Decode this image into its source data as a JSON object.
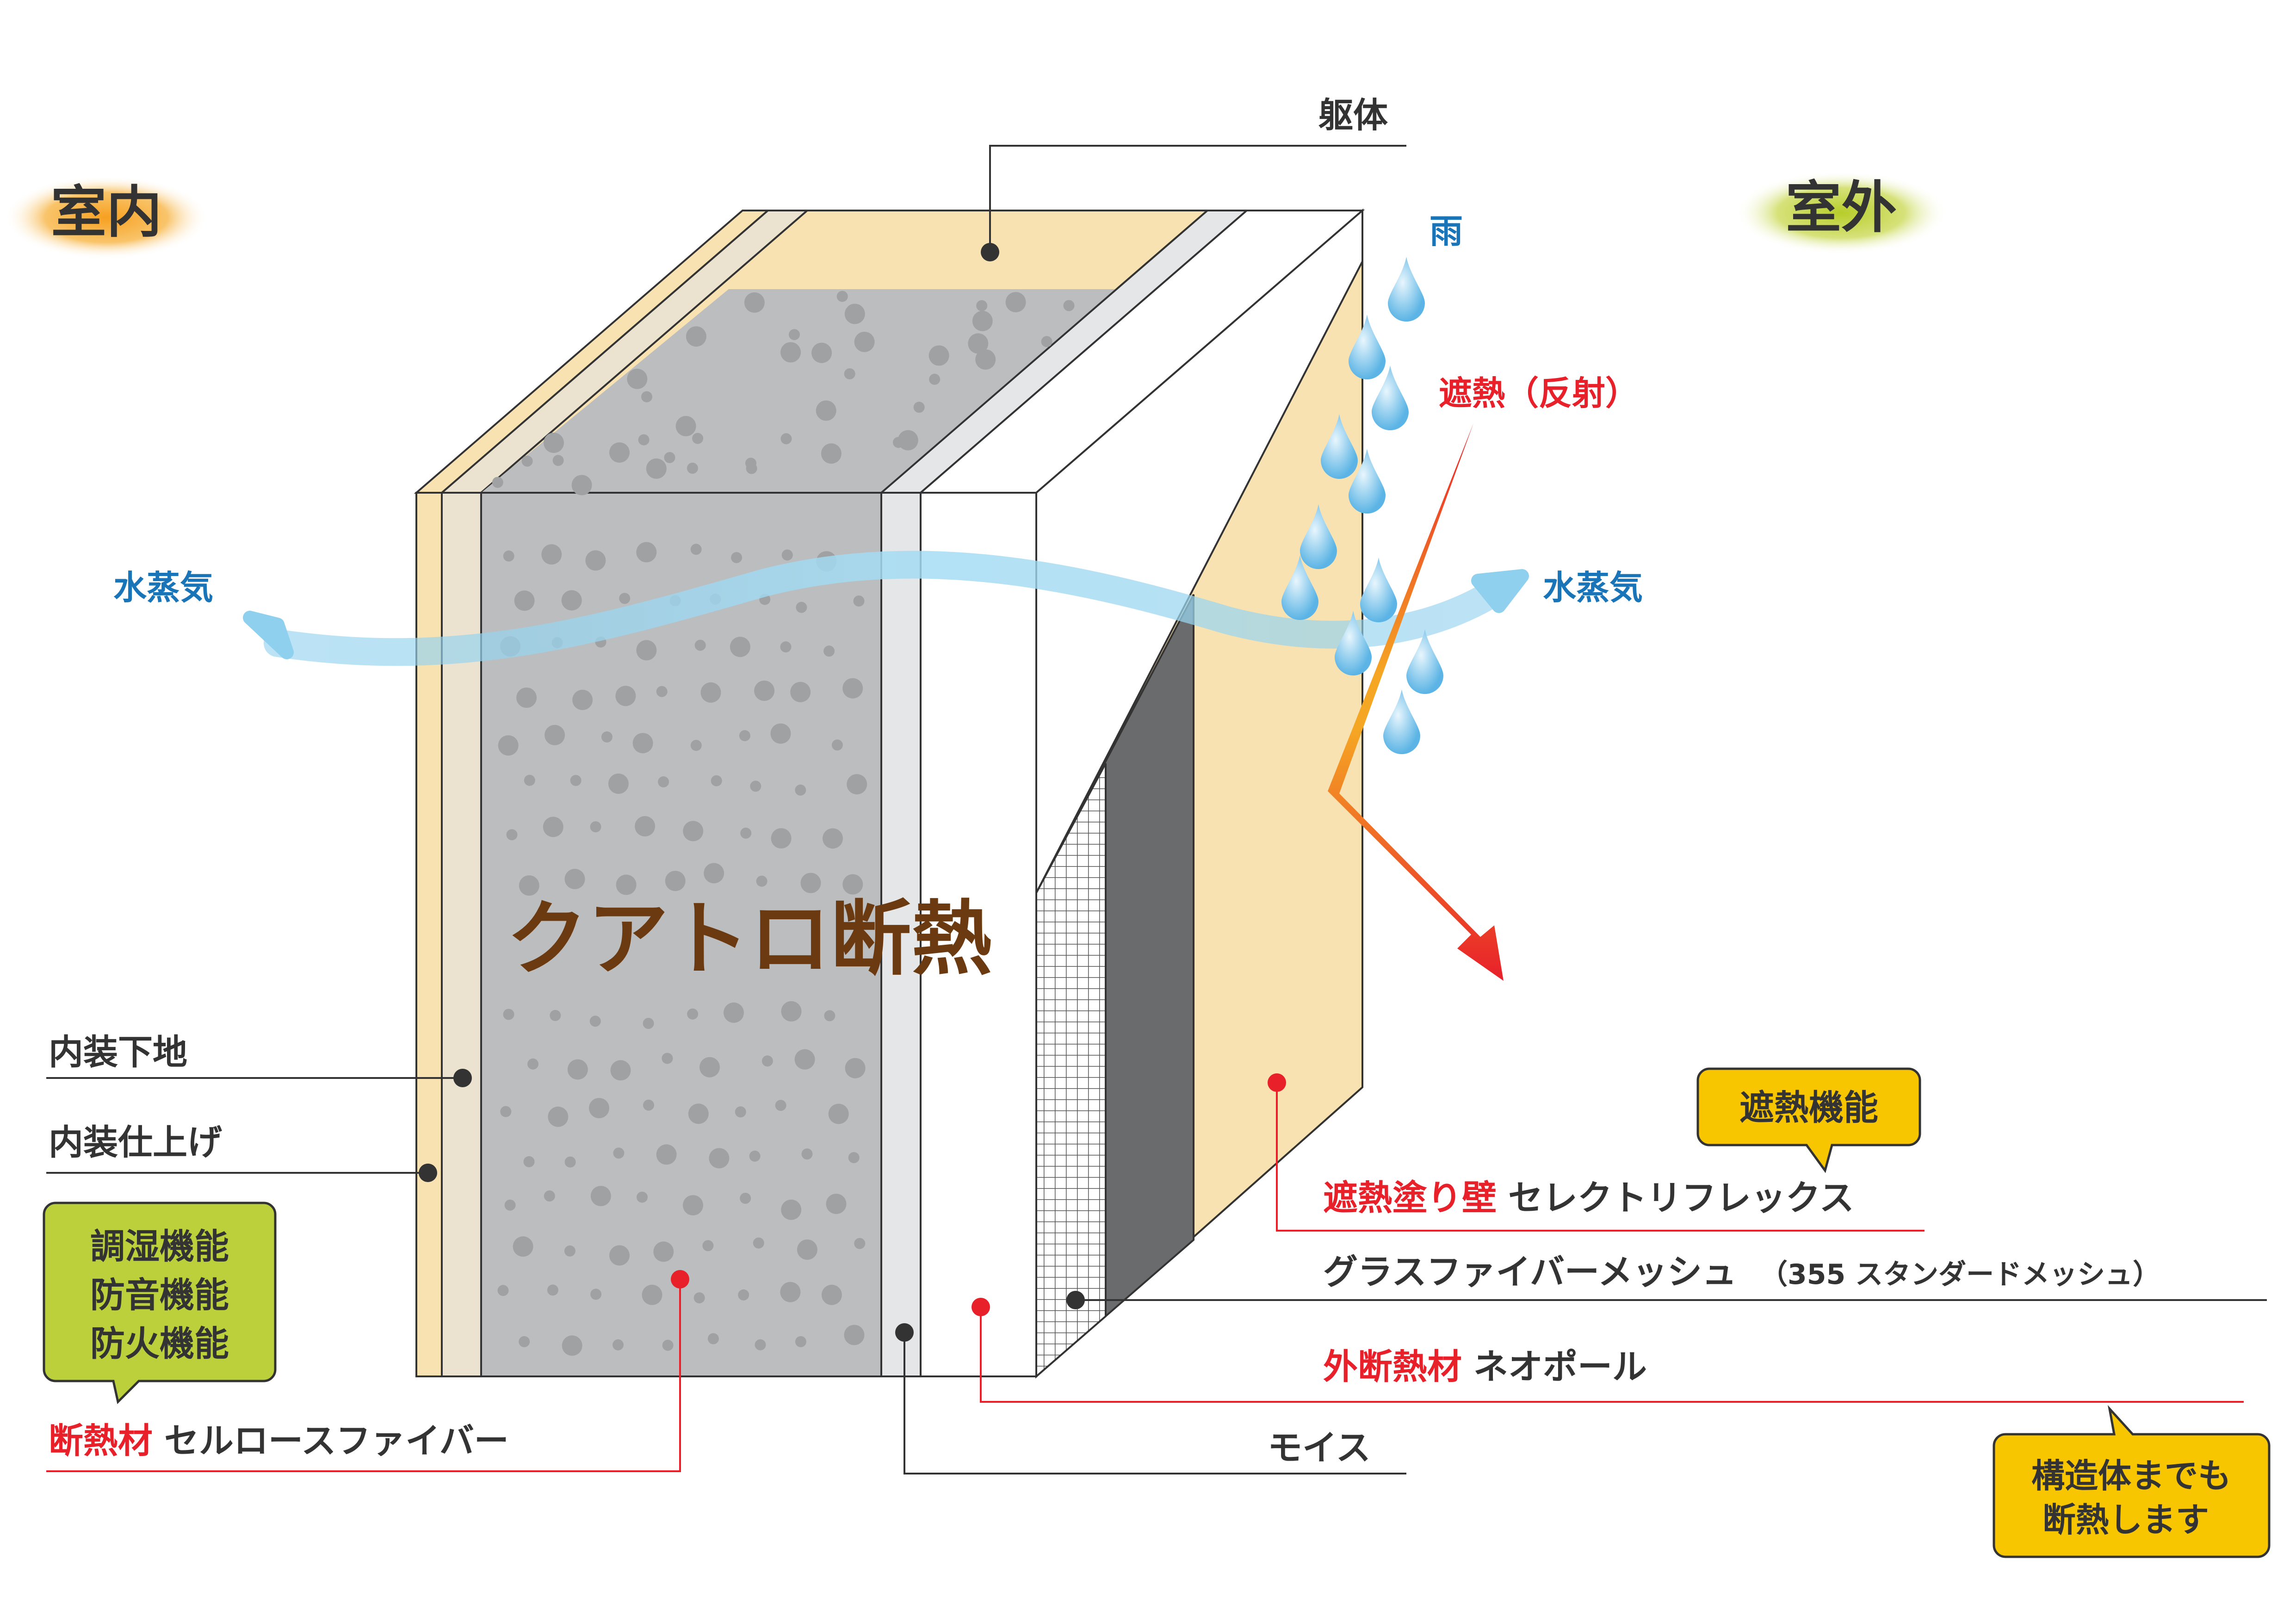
{
  "labels": {
    "indoor": "室内",
    "outdoor": "室外",
    "structure": "躯体",
    "rain": "雨",
    "heat_block_reflect": "遮熱（反射）",
    "vapor_left": "水蒸気",
    "vapor_right": "水蒸気",
    "title": "クアトロ断熱",
    "interior_base": "内装下地",
    "interior_finish": "内装仕上げ",
    "moisture_board": "モイス",
    "glass_mesh": "グラスファイバーメッシュ",
    "glass_mesh_note": "（355 スタンダードメッシュ）",
    "insulation_key": "断熱材",
    "insulation_name": "セルロースファイバー",
    "outer_insulation_key": "外断熱材",
    "outer_insulation_name": "ネオポール",
    "coating_key": "遮熱塗り壁",
    "coating_name": "セレクトリフレックス"
  },
  "callouts": {
    "functions": [
      "調湿機能",
      "防音機能",
      "防火機能"
    ],
    "heat_block_function": "遮熱機能",
    "structure_too": [
      "構造体までも",
      "断熱します"
    ]
  },
  "colors": {
    "accent_red": "#e8202a",
    "vapor_blue": "#1a74b8",
    "text_dark": "#333333",
    "title_brown": "#6b3a10",
    "wood": "#f8e2b1",
    "concrete": "#bbbdbf",
    "green_box": "#bcd03b",
    "yellow_box": "#f7c600"
  }
}
